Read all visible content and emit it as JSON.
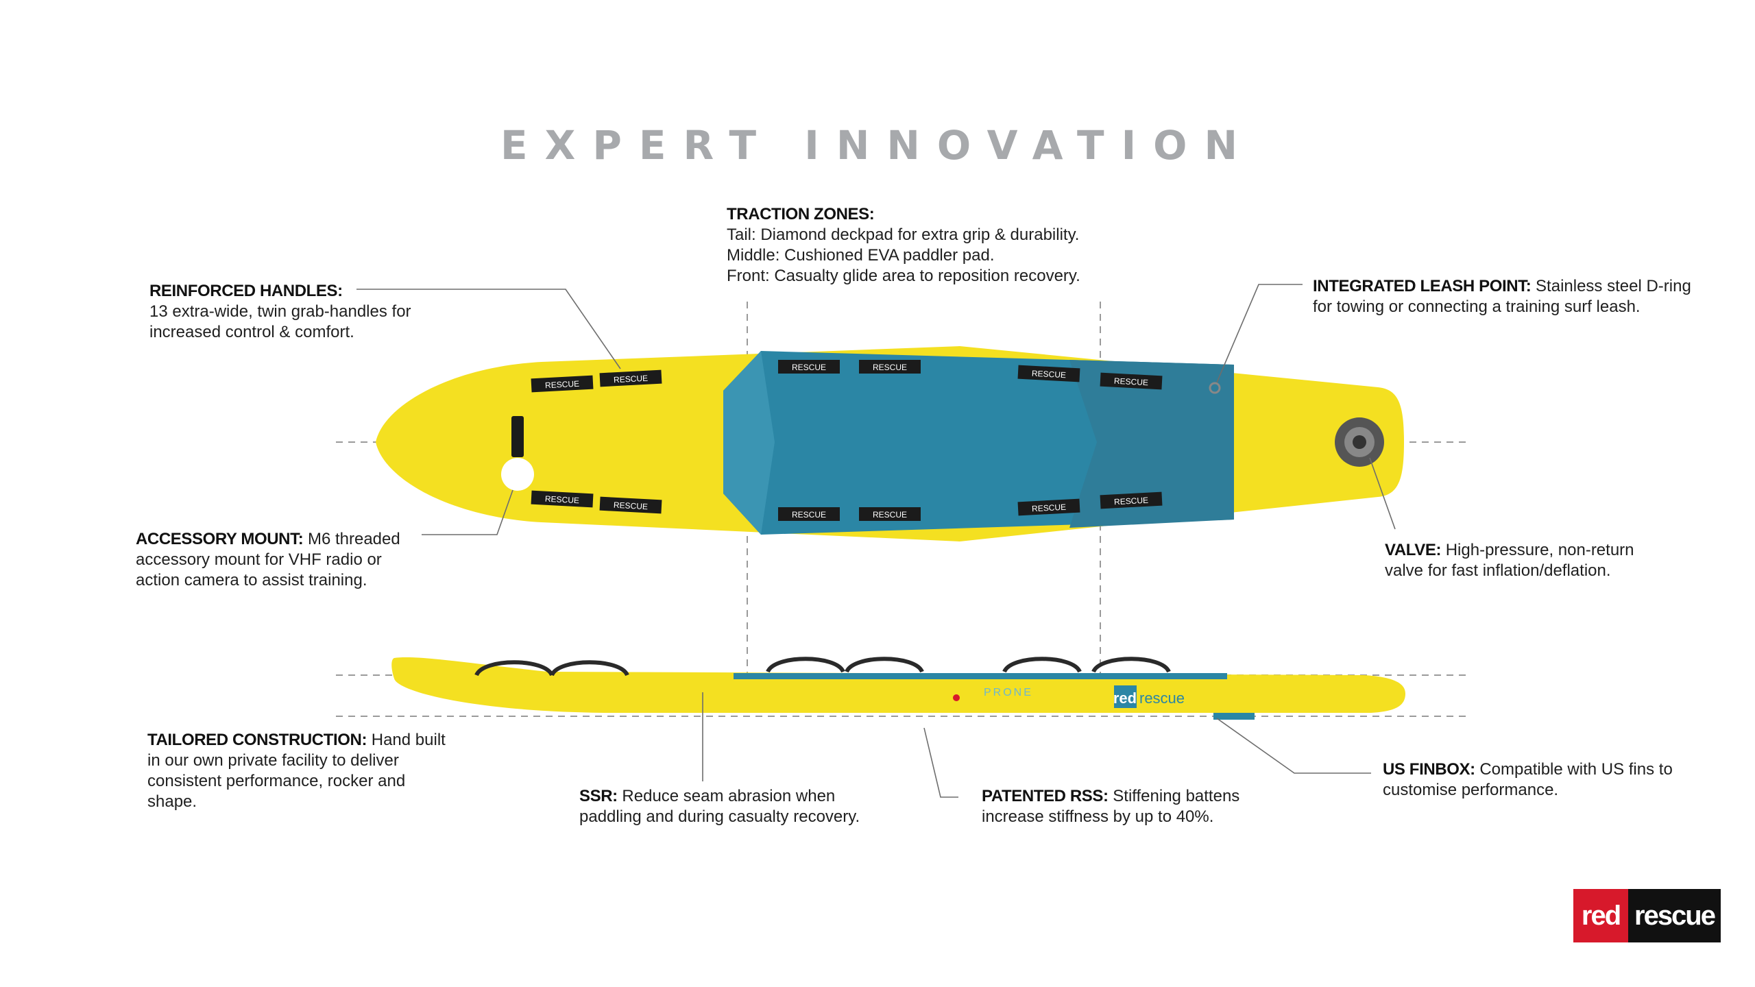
{
  "title": "EXPERT INNOVATION",
  "colors": {
    "board_yellow": "#f4e021",
    "deck_teal": "#2b86a5",
    "handle_black": "#1b1b1b",
    "leader_gray": "#6d6d6d",
    "guide_gray": "#9a9a9a",
    "title_gray": "#a7a9ac",
    "brand_red": "#d7192b"
  },
  "callouts": {
    "traction": {
      "heading": "TRACTION ZONES:",
      "lines": [
        "Tail: Diamond deckpad for extra grip & durability.",
        "Middle: Cushioned EVA paddler pad.",
        "Front: Casualty glide area to reposition recovery."
      ]
    },
    "handles": {
      "heading": "REINFORCED HANDLES:",
      "lines": [
        "13 extra-wide, twin grab-handles for",
        "increased control & comfort."
      ]
    },
    "leash": {
      "heading": "INTEGRATED LEASH POINT:",
      "text": " Stainless steel D-ring",
      "lines": [
        "for towing or connecting a training surf leash."
      ]
    },
    "accessory": {
      "heading": "ACCESSORY MOUNT:",
      "text": " M6 threaded",
      "lines": [
        "accessory mount for VHF radio or",
        "action camera to assist training."
      ]
    },
    "valve": {
      "heading": "VALVE:",
      "text": " High-pressure, non-return",
      "lines": [
        "valve for fast inflation/deflation."
      ]
    },
    "tailored": {
      "heading": "TAILORED CONSTRUCTION:",
      "text": " Hand built",
      "lines": [
        "in our own private facility to deliver",
        "consistent performance, rocker and",
        "shape."
      ]
    },
    "ssr": {
      "heading": "SSR:",
      "text": " Reduce seam abrasion when",
      "lines": [
        "paddling and during casualty recovery."
      ]
    },
    "rss": {
      "heading": "PATENTED RSS:",
      "text": " Stiffening battens",
      "lines": [
        "increase stiffness by up to 40%."
      ]
    },
    "finbox": {
      "heading": "US FINBOX:",
      "text": " Compatible with US fins to",
      "lines": [
        "customise performance."
      ]
    }
  },
  "board": {
    "handle_label": "RESCUE",
    "side_logo_red": "red",
    "side_logo_text": "rescue",
    "prone_label": "PRONE"
  },
  "logo": {
    "red": "red",
    "rescue": "rescue"
  }
}
